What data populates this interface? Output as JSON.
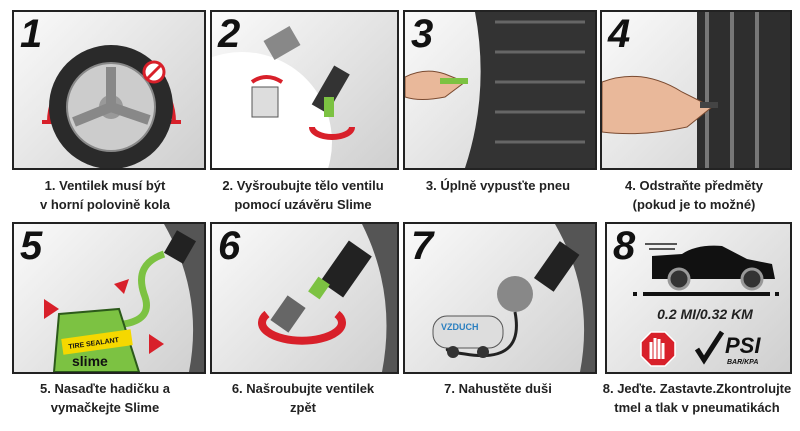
{
  "steps": [
    {
      "number": "1",
      "caption_line1": "1. Ventilek musí být",
      "caption_line2": "v horní polovině kola"
    },
    {
      "number": "2",
      "caption_line1": "2. Vyšroubujte tělo ventilu",
      "caption_line2": "pomocí uzávěru Slime"
    },
    {
      "number": "3",
      "caption_line1": "3. Úplně vypusťte pneu",
      "caption_line2": ""
    },
    {
      "number": "4",
      "caption_line1": "4. Odstraňte předměty",
      "caption_line2": "(pokud je to možné)"
    },
    {
      "number": "5",
      "caption_line1": "5. Nasaďte hadičku a",
      "caption_line2": "vymačkejte Slime"
    },
    {
      "number": "6",
      "caption_line1": "6. Našroubujte ventilek",
      "caption_line2": "zpět"
    },
    {
      "number": "7",
      "caption_line1": "7. Nahustěte duši",
      "caption_line2": ""
    },
    {
      "number": "8",
      "caption_line1": "8. Jeďte. Zastavte.Zkontrolujte",
      "caption_line2": "tmel a tlak v pneumatikách"
    }
  ],
  "bottle": {
    "brand": "slime",
    "label": "TIRE SEALANT"
  },
  "compressor": {
    "label": "VZDUCH"
  },
  "drive": {
    "distance": "0.2 MI/0.32 KM",
    "psi": "PSI",
    "units": "BAR/KPA"
  },
  "colors": {
    "red": "#d8202a",
    "green": "#7cc242",
    "dark": "#1a1a1a"
  }
}
